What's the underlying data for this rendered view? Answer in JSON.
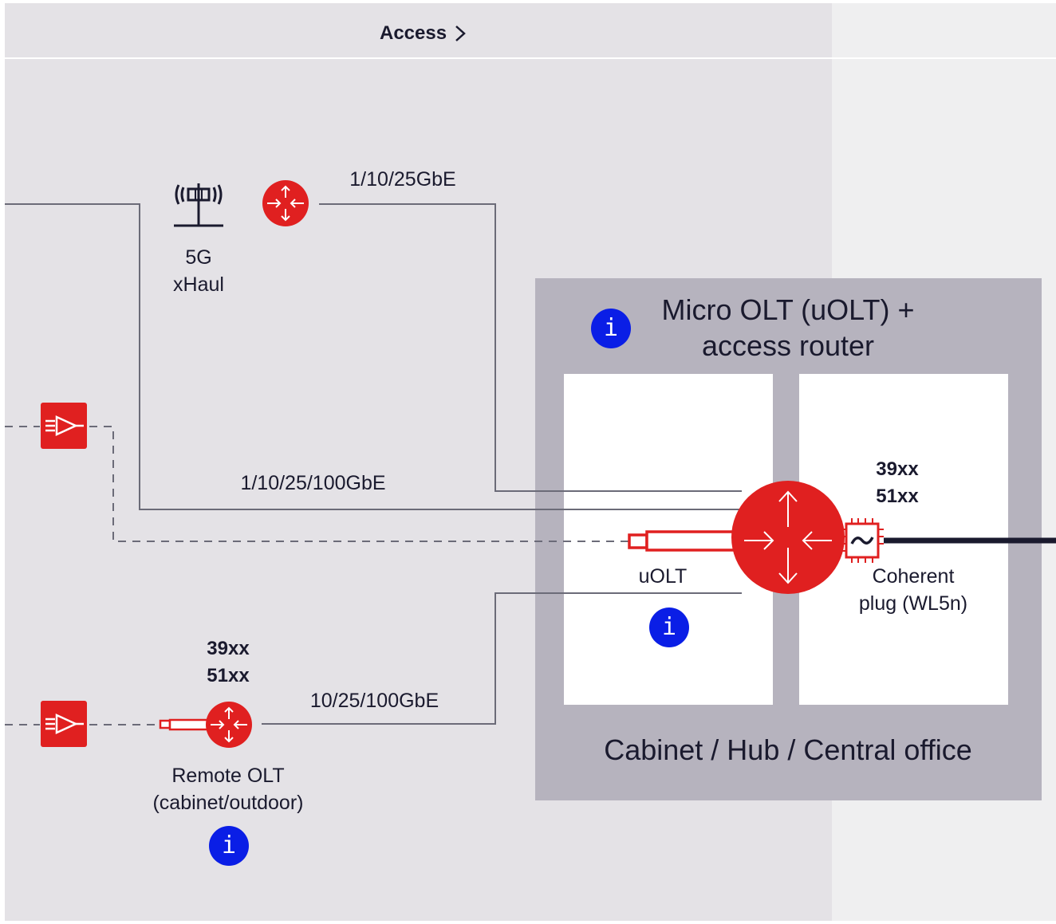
{
  "header": {
    "title": "Access"
  },
  "labels": {
    "link_top": "1/10/25GbE",
    "link_mid": "1/10/25/100GbE",
    "link_bottom": "10/25/100GbE",
    "fiveg_line1": "5G",
    "fiveg_line2": "xHaul",
    "remote_model1": "39xx",
    "remote_model2": "51xx",
    "remote_line1": "Remote OLT",
    "remote_line2": "(cabinet/outdoor)"
  },
  "cabinet": {
    "title_line1": "Micro OLT (uOLT) +",
    "title_line2": "access router",
    "caption": "Cabinet / Hub / Central office",
    "uolt_label": "uOLT",
    "coherent_model1": "39xx",
    "coherent_model2": "51xx",
    "coherent_line1": "Coherent",
    "coherent_line2": "plug (WL5n)"
  },
  "info_glyph": "i",
  "colors": {
    "brand_red": "#e02020",
    "info_blue": "#0a1ee6",
    "access_bg": "#e4e2e6",
    "cabinet_bg": "#b6b3be",
    "line_gray": "#6b6b78"
  }
}
